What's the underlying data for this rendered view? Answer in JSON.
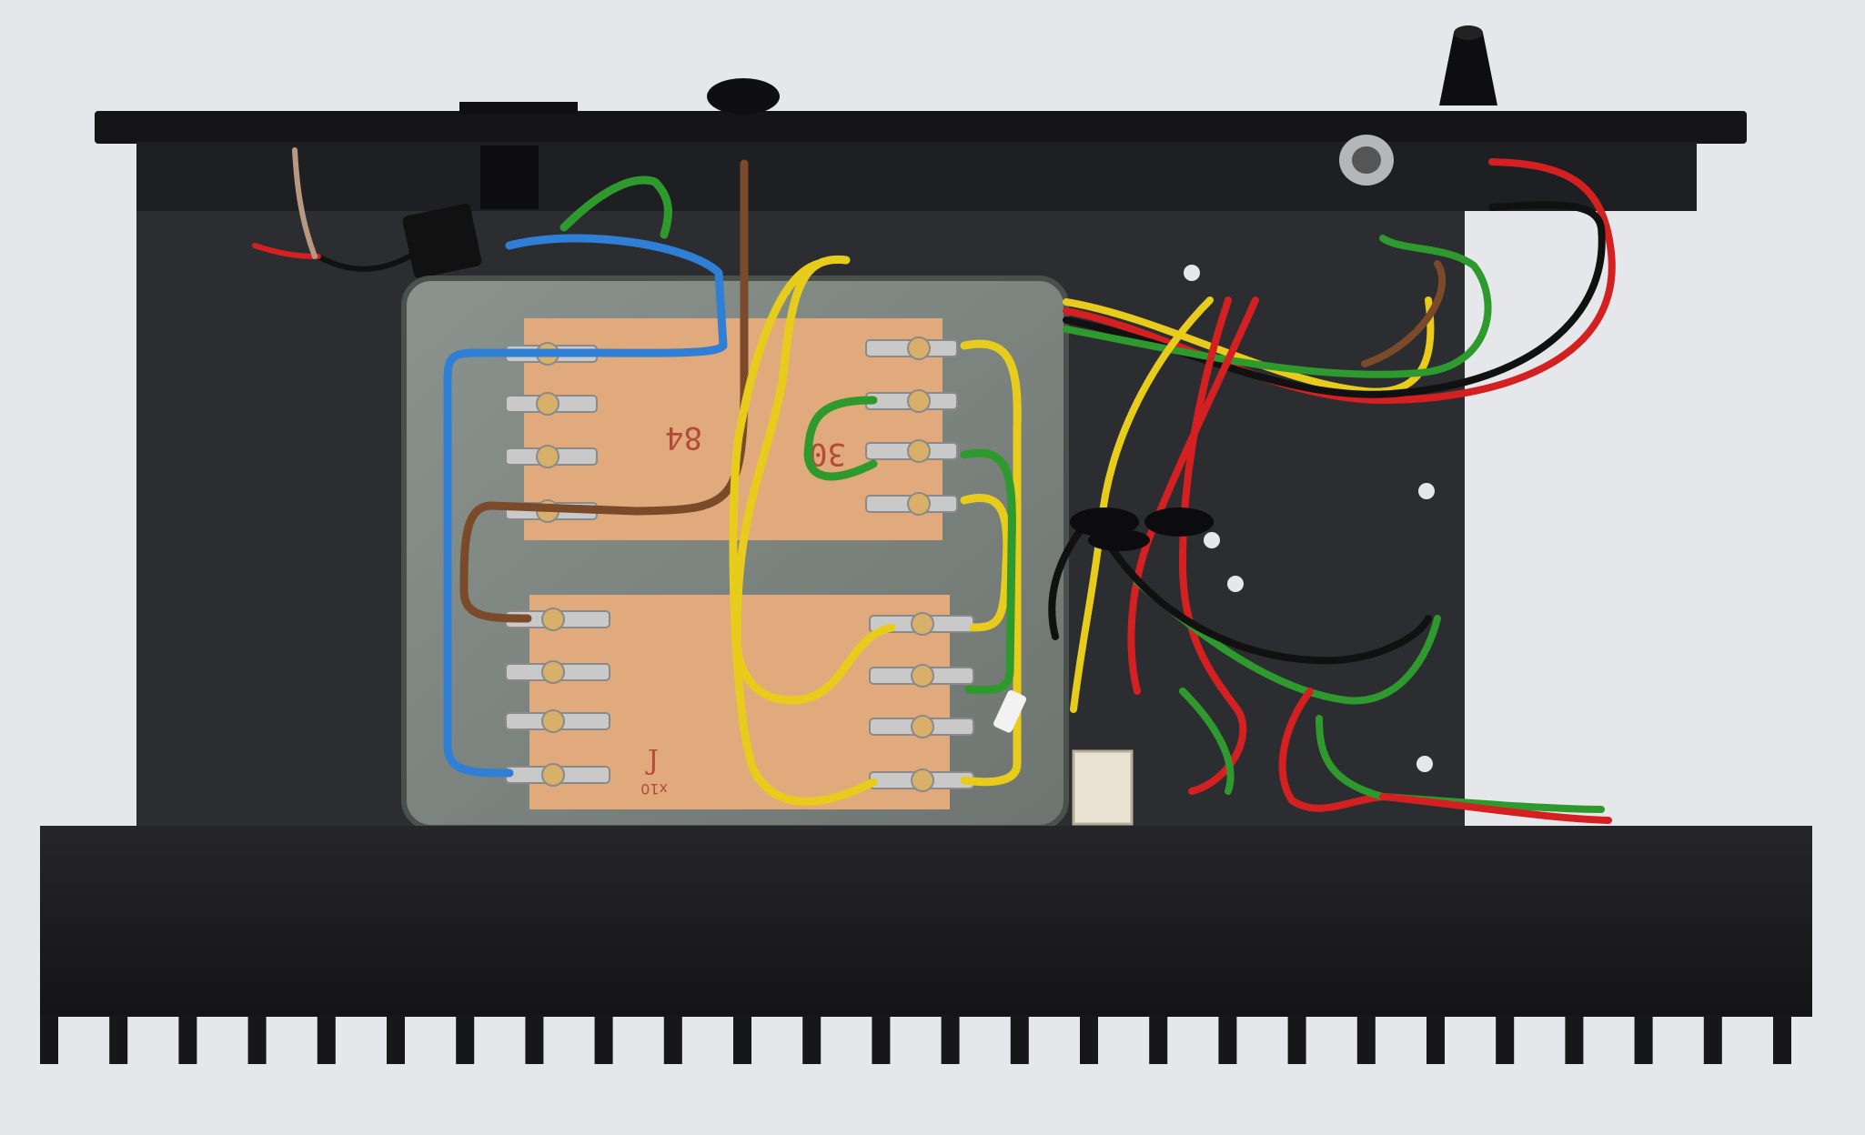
{
  "photo": {
    "colors": {
      "background": "#e6e7ea",
      "chassis": "#2a2c30",
      "heatsink": "#1c1c1e",
      "transformer_can": "#7d8580",
      "board": "#e0aa7c",
      "lug": "#c9c9c9",
      "wire_blue": "#2f7fd6",
      "wire_brown": "#7a4a2a",
      "wire_yellow": "#e8cc1c",
      "wire_green": "#2e9a2e",
      "wire_red": "#d42020",
      "wire_black": "#111111",
      "board_ink": "#b44a3a"
    },
    "board_markings": {
      "upper_left": "84",
      "upper_right": "30",
      "lower": "J",
      "lower_small": "x10"
    }
  }
}
